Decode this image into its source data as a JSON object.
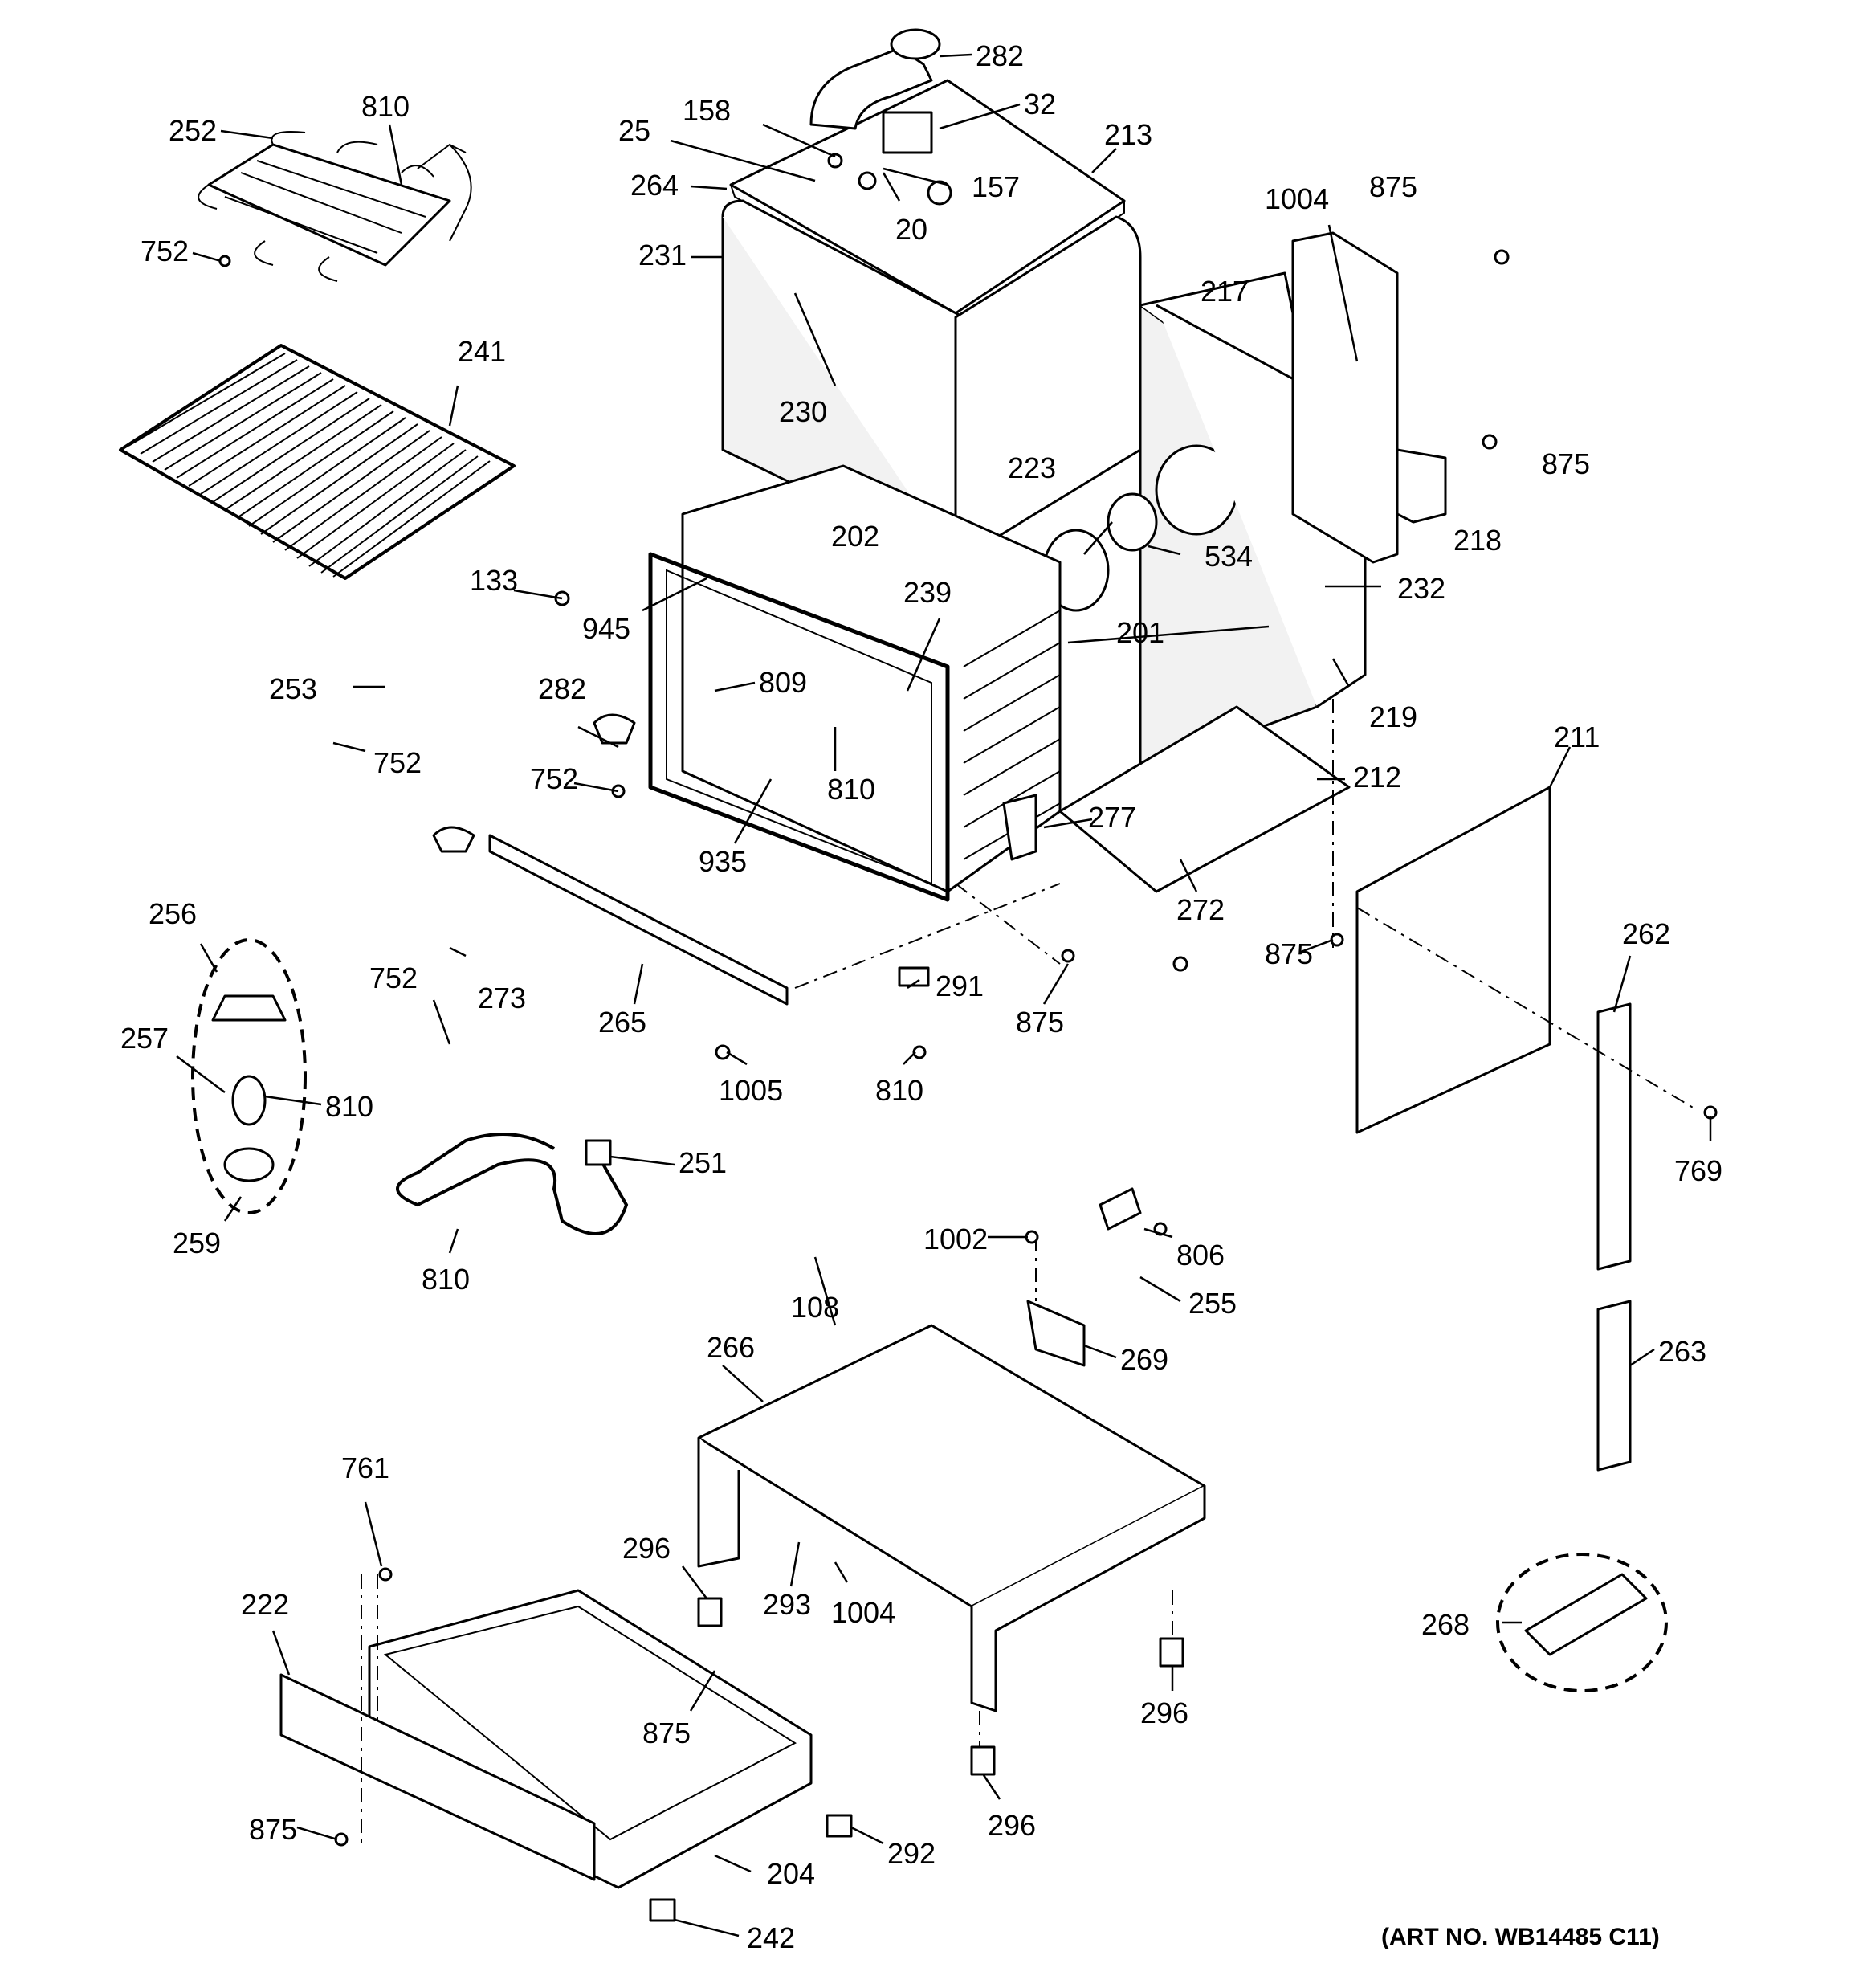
{
  "art_number": "(ART NO. WB14485 C11)",
  "labels": [
    {
      "id": "l282a",
      "text": "282"
    },
    {
      "id": "l32",
      "text": "32"
    },
    {
      "id": "l158",
      "text": "158"
    },
    {
      "id": "l25",
      "text": "25"
    },
    {
      "id": "l264",
      "text": "264"
    },
    {
      "id": "l157",
      "text": "157"
    },
    {
      "id": "l20",
      "text": "20"
    },
    {
      "id": "l213",
      "text": "213"
    },
    {
      "id": "l231",
      "text": "231"
    },
    {
      "id": "l230",
      "text": "230"
    },
    {
      "id": "l252",
      "text": "252"
    },
    {
      "id": "l810a",
      "text": "810"
    },
    {
      "id": "l752a",
      "text": "752"
    },
    {
      "id": "l241",
      "text": "241"
    },
    {
      "id": "l1004a",
      "text": "1004"
    },
    {
      "id": "l875a",
      "text": "875"
    },
    {
      "id": "l217",
      "text": "217"
    },
    {
      "id": "l875b",
      "text": "875"
    },
    {
      "id": "l218",
      "text": "218"
    },
    {
      "id": "l223",
      "text": "223"
    },
    {
      "id": "l534",
      "text": "534"
    },
    {
      "id": "l232",
      "text": "232"
    },
    {
      "id": "l202",
      "text": "202"
    },
    {
      "id": "l133",
      "text": "133"
    },
    {
      "id": "l945",
      "text": "945"
    },
    {
      "id": "l239",
      "text": "239"
    },
    {
      "id": "l201",
      "text": "201"
    },
    {
      "id": "l219",
      "text": "219"
    },
    {
      "id": "l253",
      "text": "253"
    },
    {
      "id": "l752b",
      "text": "752"
    },
    {
      "id": "l282b",
      "text": "282"
    },
    {
      "id": "l809",
      "text": "809"
    },
    {
      "id": "l752c",
      "text": "752"
    },
    {
      "id": "l810b",
      "text": "810"
    },
    {
      "id": "l935",
      "text": "935"
    },
    {
      "id": "l212",
      "text": "212"
    },
    {
      "id": "l211",
      "text": "211"
    },
    {
      "id": "l277",
      "text": "277"
    },
    {
      "id": "l272",
      "text": "272"
    },
    {
      "id": "l875c",
      "text": "875"
    },
    {
      "id": "l256",
      "text": "256"
    },
    {
      "id": "l752d",
      "text": "752"
    },
    {
      "id": "l273",
      "text": "273"
    },
    {
      "id": "l265",
      "text": "265"
    },
    {
      "id": "l291",
      "text": "291"
    },
    {
      "id": "l875d",
      "text": "875"
    },
    {
      "id": "l262",
      "text": "262"
    },
    {
      "id": "l257",
      "text": "257"
    },
    {
      "id": "l810c",
      "text": "810"
    },
    {
      "id": "l1005",
      "text": "1005"
    },
    {
      "id": "l810d",
      "text": "810"
    },
    {
      "id": "l769",
      "text": "769"
    },
    {
      "id": "l251",
      "text": "251"
    },
    {
      "id": "l259",
      "text": "259"
    },
    {
      "id": "l810e",
      "text": "810"
    },
    {
      "id": "l1002",
      "text": "1002"
    },
    {
      "id": "l806",
      "text": "806"
    },
    {
      "id": "l255",
      "text": "255"
    },
    {
      "id": "l108",
      "text": "108"
    },
    {
      "id": "l266",
      "text": "266"
    },
    {
      "id": "l269",
      "text": "269"
    },
    {
      "id": "l263",
      "text": "263"
    },
    {
      "id": "l761",
      "text": "761"
    },
    {
      "id": "l296a",
      "text": "296"
    },
    {
      "id": "l293",
      "text": "293"
    },
    {
      "id": "l1004b",
      "text": "1004"
    },
    {
      "id": "l222",
      "text": "222"
    },
    {
      "id": "l268",
      "text": "268"
    },
    {
      "id": "l296b",
      "text": "296"
    },
    {
      "id": "l875e",
      "text": "875"
    },
    {
      "id": "l296c",
      "text": "296"
    },
    {
      "id": "l875f",
      "text": "875"
    },
    {
      "id": "l292",
      "text": "292"
    },
    {
      "id": "l204",
      "text": "204"
    },
    {
      "id": "l242",
      "text": "242"
    }
  ]
}
